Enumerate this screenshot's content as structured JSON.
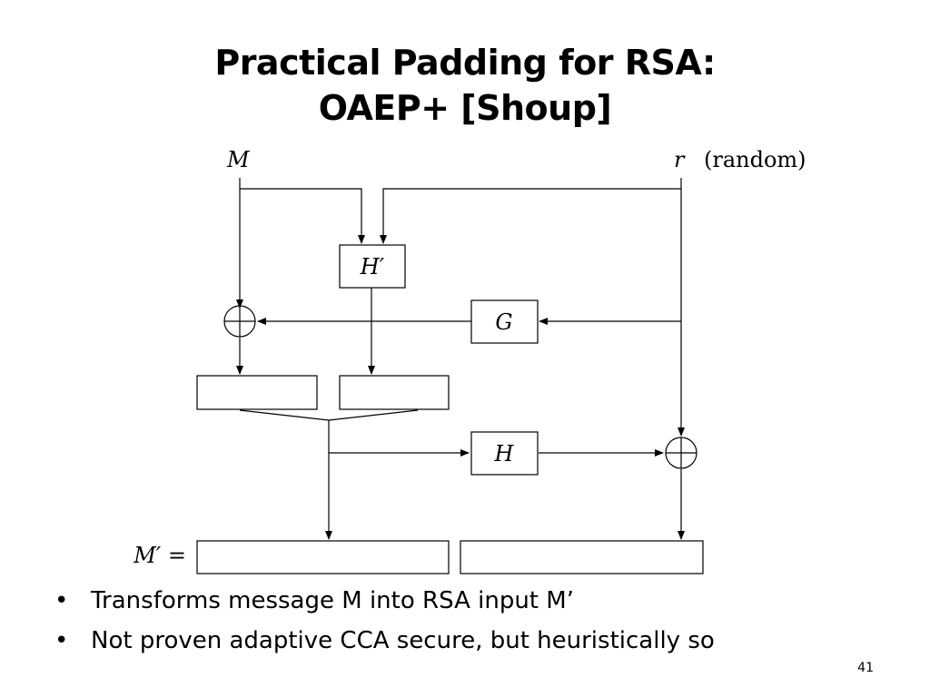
{
  "title": {
    "line1": "Practical Padding for RSA:",
    "line2": "OAEP+ [Shoup]"
  },
  "diagram": {
    "input_m": "M",
    "input_r": "r",
    "random_note": "(random)",
    "box_h_prime": "H′",
    "box_g": "G",
    "box_h": "H",
    "xor_symbol": "⊕",
    "output_label": "M′ ="
  },
  "bullets": [
    "Transforms message M into RSA input M’",
    "Not proven adaptive CCA secure, but heuristically so"
  ],
  "bullet_glyph": "•",
  "page_number": "41"
}
